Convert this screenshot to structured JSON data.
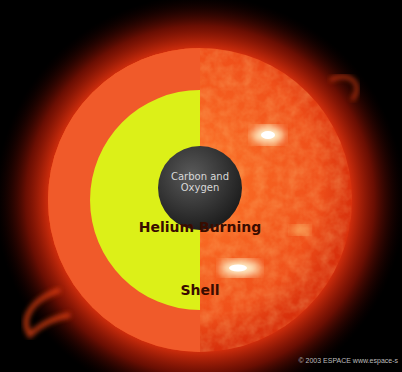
{
  "diagram": {
    "nodes": [
      {
        "text": [
          "Shell"
        ]
      },
      {
        "text": [
          "Helium Burning"
        ],
        "in": 0
      },
      {
        "text": [
          "Carbon and Oxygen"
        ],
        "in": 1
      }
    ],
    "labels": [
      "© 2003 ESPACE www.espace-s"
    ]
  }
}
